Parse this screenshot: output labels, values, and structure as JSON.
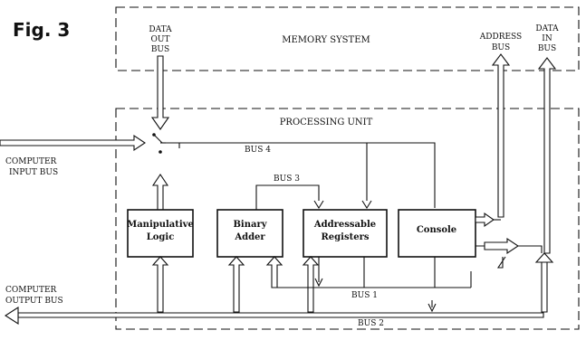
{
  "figure_label": "Fig. 3",
  "regions": {
    "memory_system": "MEMORY SYSTEM",
    "processing_unit": "PROCESSING UNIT"
  },
  "buses": {
    "data_out": [
      "DATA",
      "OUT",
      "BUS"
    ],
    "address": [
      "ADDRESS",
      "BUS"
    ],
    "data_in": [
      "DATA",
      "IN",
      "BUS"
    ],
    "computer_input": [
      "COMPUTER",
      "INPUT BUS"
    ],
    "computer_output": [
      "COMPUTER",
      "OUTPUT BUS"
    ],
    "bus1": "BUS 1",
    "bus2": "BUS 2",
    "bus3": "BUS 3",
    "bus4": "BUS 4"
  },
  "blocks": {
    "manipulative_logic": [
      "Manipulative",
      "Logic"
    ],
    "binary_adder": [
      "Binary",
      "Adder"
    ],
    "addressable_registers": [
      "Addressable",
      "Registers"
    ],
    "console": "Console"
  }
}
